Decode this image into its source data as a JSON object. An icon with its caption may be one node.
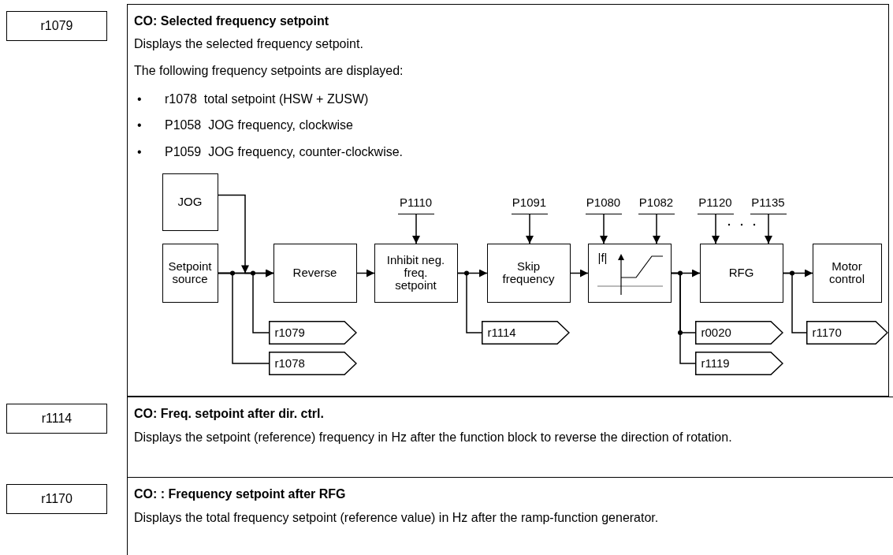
{
  "diagram": {
    "nodes": [
      {
        "text": [
          "r1079"
        ]
      },
      {
        "text": [
          "CO: Selected frequency setpoint",
          "Displays the selected frequency setpoint.",
          "The following frequency setpoints are displayed:",
          "• r1078  total setpoint (HSW + ZUSW)",
          "• P1058  JOG frequency, clockwise",
          "• P1059  JOG frequency, counter-clockwise."
        ]
      },
      {
        "text": [
          "JOG"
        ],
        "in": 1
      },
      {
        "text": [
          "Setpoint source"
        ],
        "in": 1
      },
      {
        "text": [
          "Reverse"
        ],
        "in": 1
      },
      {
        "text": [
          "Inhibit neg. freq. setpoint"
        ],
        "in": 1
      },
      {
        "text": [
          "Skip frequency"
        ],
        "in": 1
      },
      {
        "text": [
          "|f|"
        ],
        "in": 1
      },
      {
        "text": [
          "RFG"
        ],
        "in": 1
      },
      {
        "text": [
          "Motor control"
        ],
        "in": 1
      },
      {
        "text": [
          "P1110"
        ],
        "in": 1
      },
      {
        "text": [
          "P1091"
        ],
        "in": 1
      },
      {
        "text": [
          "P1080"
        ],
        "in": 1
      },
      {
        "text": [
          "P1082"
        ],
        "in": 1
      },
      {
        "text": [
          "P1120"
        ],
        "in": 1
      },
      {
        "text": [
          "P1135"
        ],
        "in": 1
      },
      {
        "text": [
          "r1079"
        ],
        "in": 1
      },
      {
        "text": [
          "r1078"
        ],
        "in": 1
      },
      {
        "text": [
          "r1114"
        ],
        "in": 1
      },
      {
        "text": [
          "r0020"
        ],
        "in": 1
      },
      {
        "text": [
          "r1119"
        ],
        "in": 1
      },
      {
        "text": [
          "r1170"
        ],
        "in": 1
      },
      {
        "text": [
          "r1114"
        ]
      },
      {
        "text": [
          "CO: Freq. setpoint after dir. ctrl.",
          "Displays the setpoint (reference) frequency in Hz after the function block to reverse the direction of rotation."
        ]
      },
      {
        "text": [
          "r1170"
        ]
      },
      {
        "text": [
          "CO: : Frequency setpoint after RFG",
          "Displays the total frequency setpoint (reference value) in Hz after the ramp-function generator."
        ]
      }
    ],
    "edges": [
      {
        "from": 2,
        "to": 4,
        "arrow": "to"
      },
      {
        "from": 3,
        "to": 4,
        "arrow": "to"
      },
      {
        "from": 4,
        "to": 5,
        "arrow": "to"
      },
      {
        "from": 5,
        "to": 6,
        "arrow": "to"
      },
      {
        "from": 6,
        "to": 7,
        "arrow": "to"
      },
      {
        "from": 7,
        "to": 8,
        "arrow": "to"
      },
      {
        "from": 8,
        "to": 9,
        "arrow": "to"
      },
      {
        "from": 10,
        "to": 5,
        "arrow": "to"
      },
      {
        "from": 11,
        "to": 6,
        "arrow": "to"
      },
      {
        "from": 12,
        "to": 7,
        "arrow": "to"
      },
      {
        "from": 13,
        "to": 7,
        "arrow": "to"
      },
      {
        "from": 14,
        "to": 8,
        "arrow": "to"
      },
      {
        "from": 15,
        "to": 8,
        "arrow": "to"
      },
      {
        "from": 3,
        "to": 16,
        "arrow": "none"
      },
      {
        "from": 3,
        "to": 17,
        "arrow": "none"
      },
      {
        "from": 5,
        "to": 18,
        "arrow": "none"
      },
      {
        "from": 7,
        "to": 19,
        "arrow": "none"
      },
      {
        "from": 7,
        "to": 20,
        "arrow": "none"
      },
      {
        "from": 8,
        "to": 21,
        "arrow": "none"
      }
    ]
  }
}
